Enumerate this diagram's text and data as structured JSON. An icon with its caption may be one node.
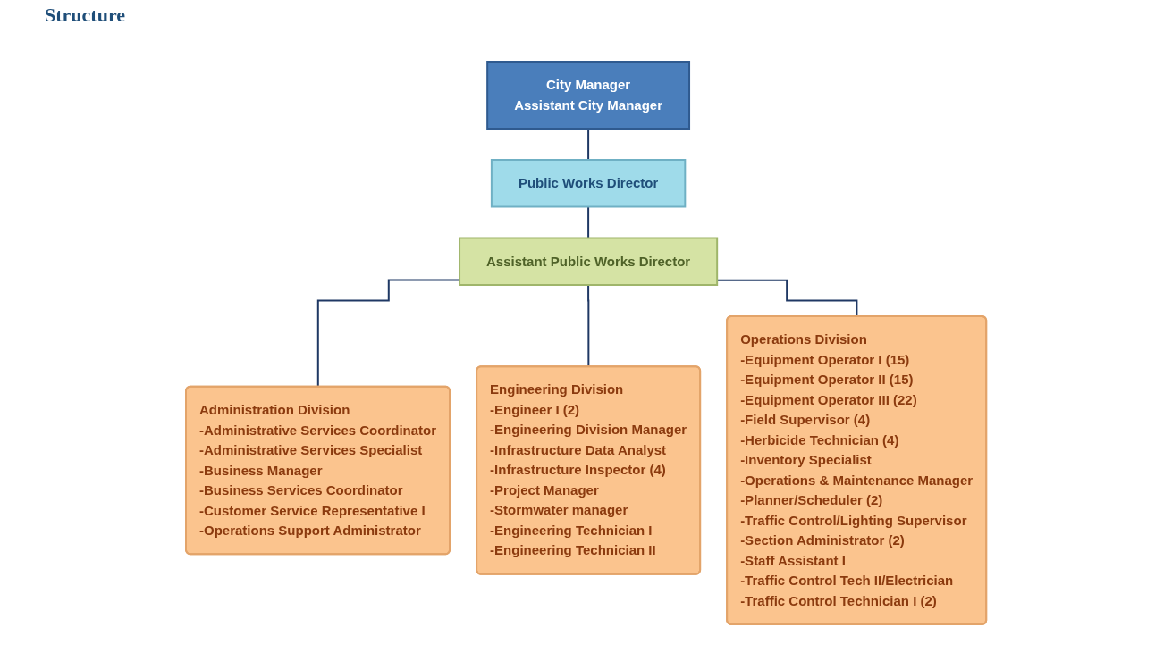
{
  "diagram": {
    "title": "Structure",
    "nodes": [
      {
        "text": [
          "City Manager",
          "Assistant City Manager"
        ]
      },
      {
        "text": [
          "Public Works Director"
        ]
      },
      {
        "text": [
          "Assistant Public Works Director"
        ]
      },
      {
        "text": [
          "Administration Division",
          "-Administrative Services Coordinator",
          "-Administrative Services Specialist",
          "-Business Manager",
          "-Business Services Coordinator",
          "-Customer Service Representative I",
          "-Operations Support Administrator"
        ]
      },
      {
        "text": [
          "Engineering Division",
          "-Engineer I (2)",
          "-Engineering Division Manager",
          "-Infrastructure Data Analyst",
          "-Infrastructure Inspector (4)",
          "-Project Manager",
          "-Stormwater manager",
          "-Engineering Technician I",
          "-Engineering Technician II"
        ]
      },
      {
        "text": [
          "Operations Division",
          "-Equipment Operator I (15)",
          "-Equipment Operator II (15)",
          "-Equipment Operator III (22)",
          "-Field Supervisor (4)",
          "-Herbicide Technician (4)",
          "-Inventory Specialist",
          "-Operations & Maintenance Manager",
          "-Planner/Scheduler (2)",
          "-Traffic Control/Lighting Supervisor",
          "-Section Administrator (2)",
          "-Staff Assistant I",
          "-Traffic Control Tech II/Electrician",
          "-Traffic Control Technician I (2)"
        ]
      }
    ],
    "edges": [
      {
        "from": 0,
        "to": 1,
        "arrow": "none"
      },
      {
        "from": 1,
        "to": 2,
        "arrow": "none"
      },
      {
        "from": 2,
        "to": 3,
        "arrow": "none"
      },
      {
        "from": 2,
        "to": 4,
        "arrow": "none"
      },
      {
        "from": 2,
        "to": 5,
        "arrow": "none"
      }
    ]
  }
}
